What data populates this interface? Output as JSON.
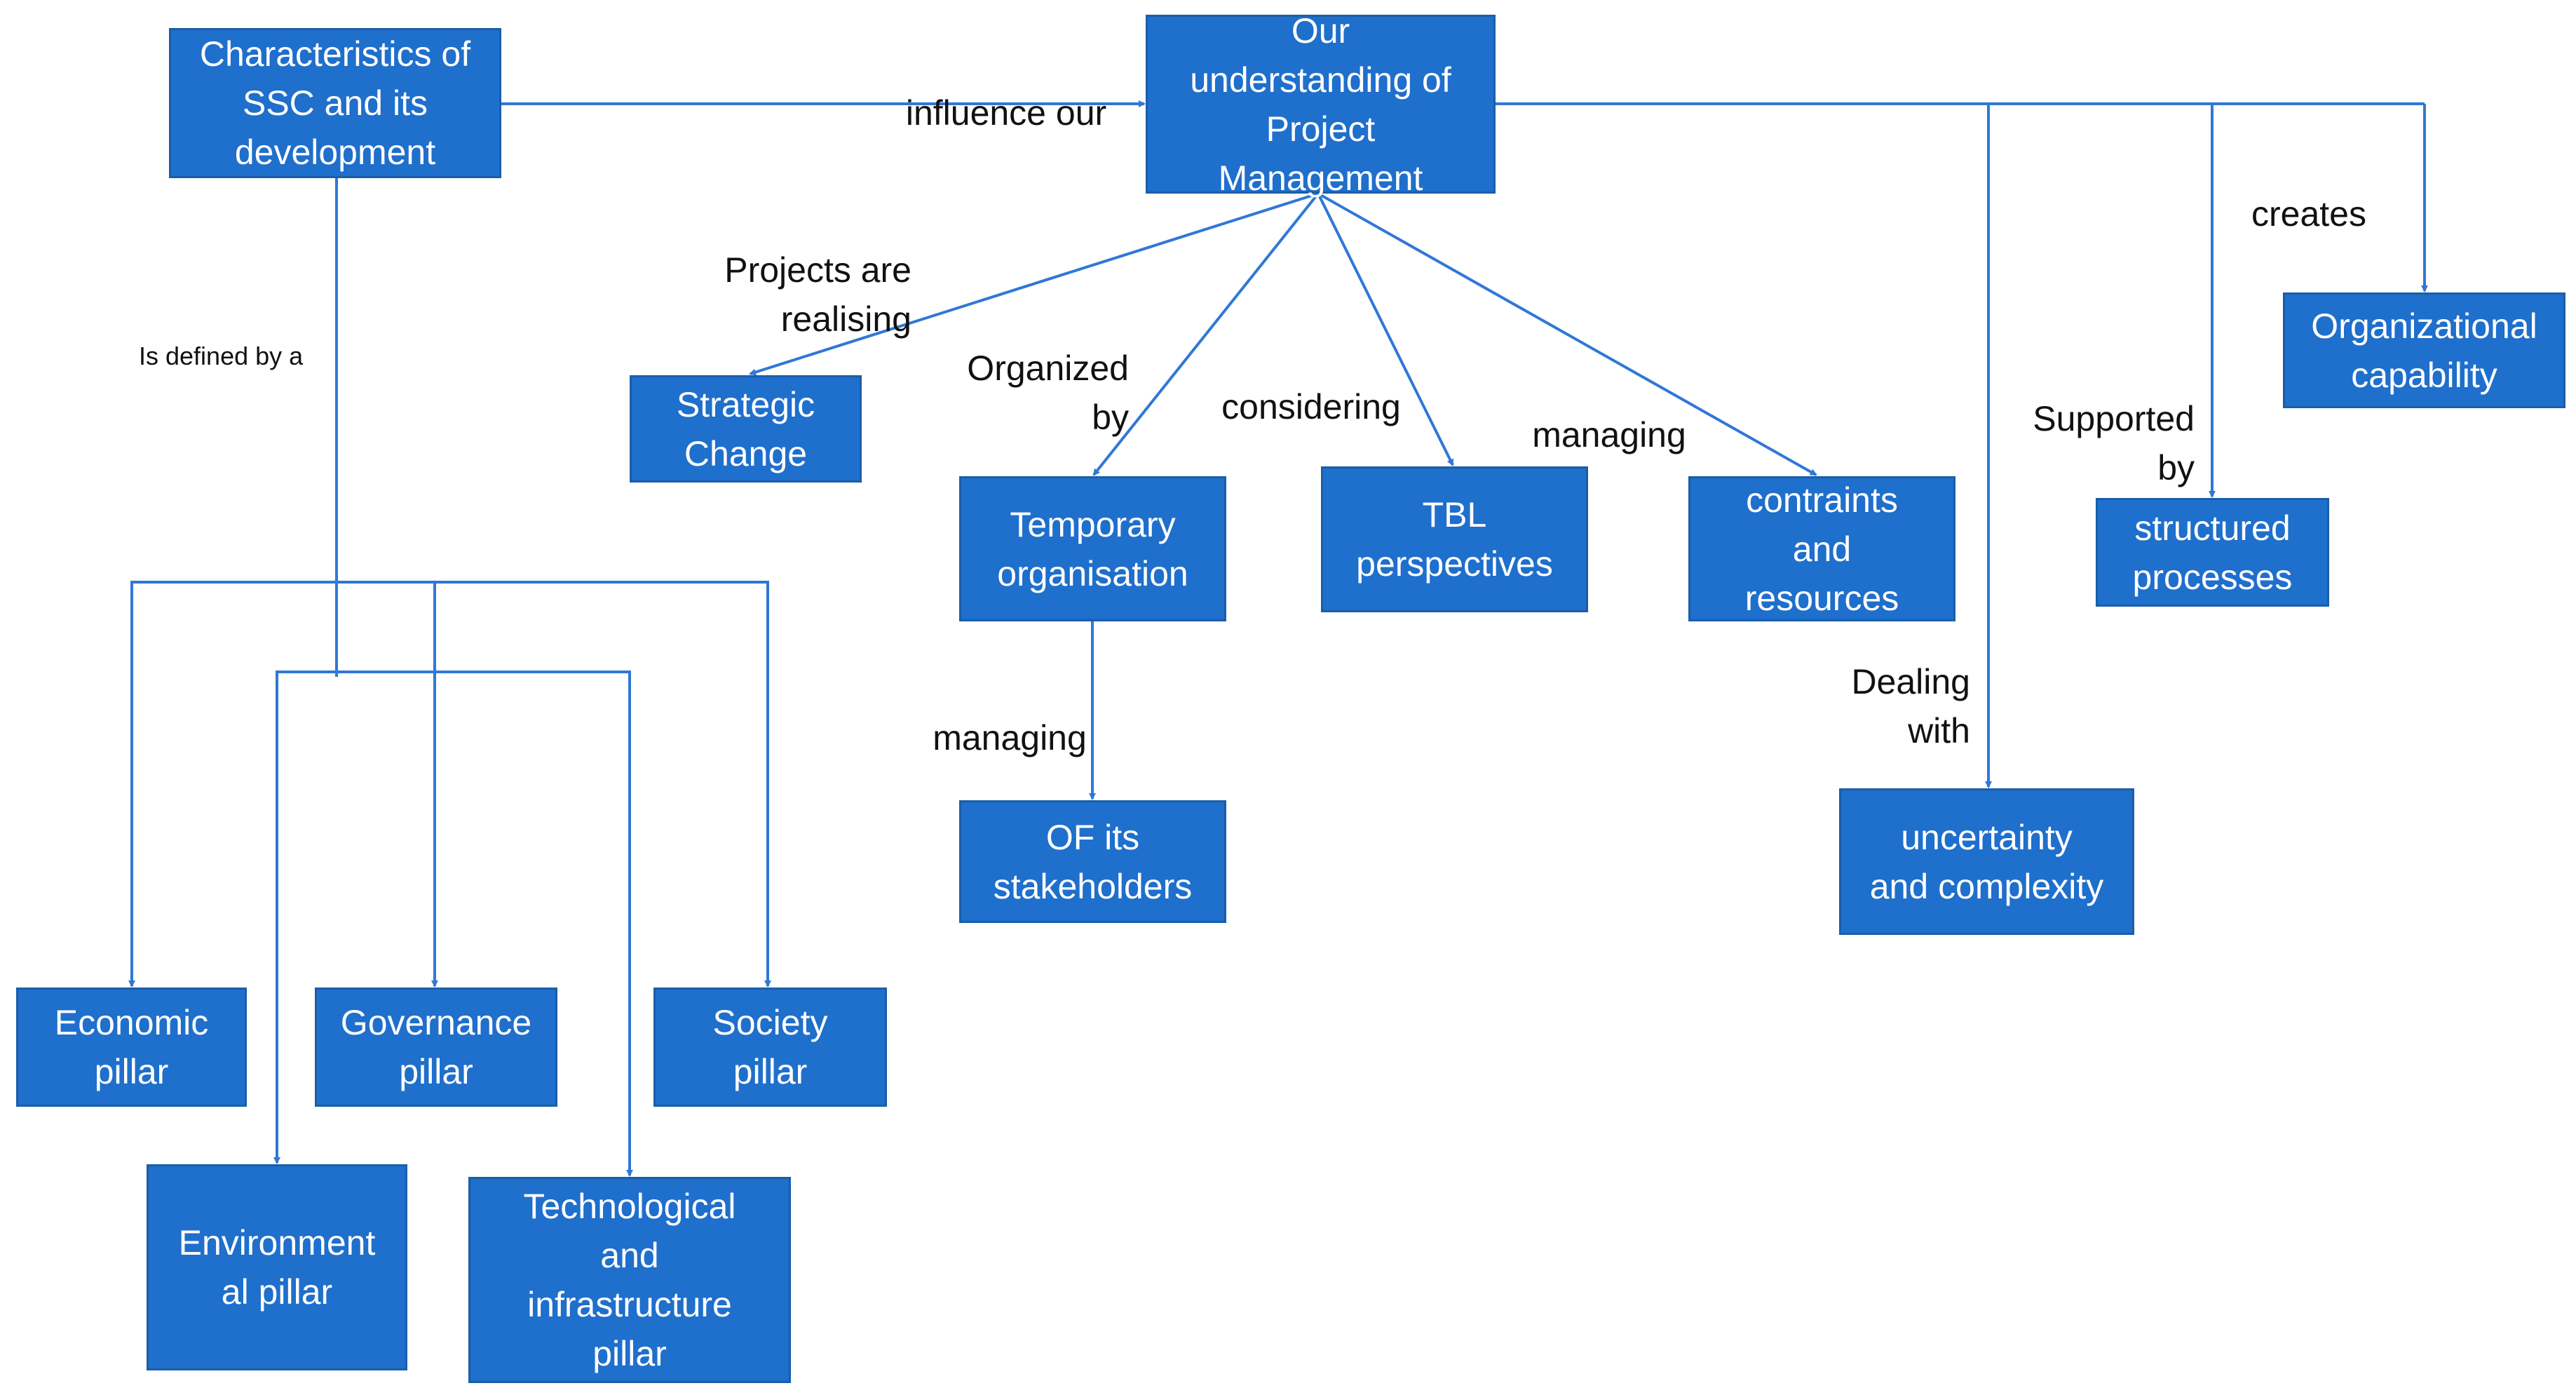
{
  "colors": {
    "box_fill": "#1f6fcc",
    "connector": "#2f78d6",
    "label_text": "#111111"
  },
  "nodes": {
    "ssc": "Characteristics of\nSSC and its\ndevelopment",
    "pm": "Our\nunderstanding of\nProject\nManagement",
    "strategic_change": "Strategic\nChange",
    "temporary_org": "Temporary\norganisation",
    "tbl": "TBL\nperspectives",
    "constraints": "contraints\nand\nresources",
    "stakeholders": "OF its\nstakeholders",
    "uncertainty": "uncertainty\nand complexity",
    "structured": "structured\nprocesses",
    "org_capability": "Organizational\ncapability",
    "economic": "Economic\npillar",
    "governance": "Governance\npillar",
    "society": "Society\npillar",
    "environmental": "Environment\nal pillar",
    "technological": "Technological\nand\ninfrastructure\npillar"
  },
  "edge_labels": {
    "influence": "influence our",
    "defined_by": "Is defined by a",
    "projects_realising": "Projects are\nrealising",
    "organized_by": "Organized\nby",
    "considering": "considering",
    "managing_constraints": "managing",
    "managing_stakeholders": "managing",
    "dealing_with": "Dealing\nwith",
    "supported_by": "Supported\nby",
    "creates": "creates"
  }
}
